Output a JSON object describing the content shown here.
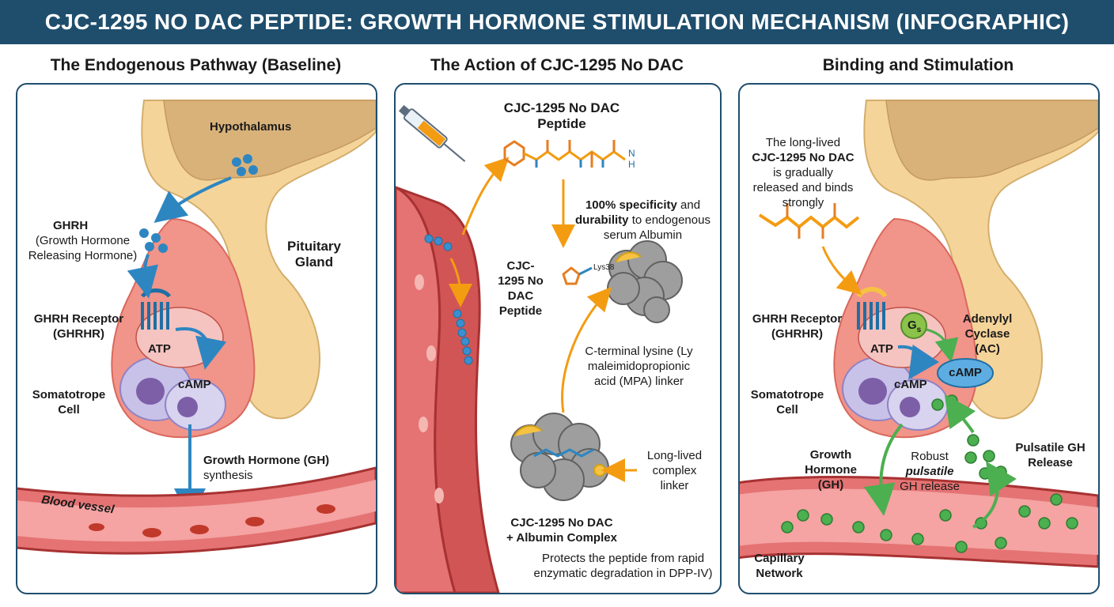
{
  "title": "CJC-1295 NO DAC PEPTIDE: GROWTH HORMONE STIMULATION MECHANISM (INFOGRAPHIC)",
  "colors": {
    "banner": "#1f4e6d",
    "border": "#1f4e6d",
    "arrow_blue": "#2e86c1",
    "arrow_orange": "#f39c12",
    "arrow_green": "#4caf50",
    "vessel": "#e57373",
    "cell": "#f1948a",
    "brain": "#f5d49a"
  },
  "panels": [
    {
      "title": "The Endogenous Pathway (Baseline)",
      "labels": {
        "hypothalamus": "Hypothalamus",
        "ghrh_line1": "GHRH",
        "ghrh_line2": "(Growth Hormone",
        "ghrh_line3": "Releasing Hormone)",
        "pituitary_line1": "Pituitary",
        "pituitary_line2": "Gland",
        "receptor_line1": "GHRH Receptor",
        "receptor_line2": "(GHRHR)",
        "atp": "ATP",
        "camp": "cAMP",
        "somatotrope_line1": "Somatotrope",
        "somatotrope_line2": "Cell",
        "gh_line1": "Growth Hormone (GH)",
        "gh_line2": "synthesis",
        "vessel": "Blood vessel"
      }
    },
    {
      "title": "The Action of CJC-1295 No DAC",
      "labels": {
        "peptide_line1": "CJC-1295 No DAC",
        "peptide_line2": "Peptide",
        "nh": "N",
        "h": "H",
        "spec_bold1": "100% specificity",
        "spec_rest1": " and",
        "spec_bold2": "durability",
        "spec_rest2": " to endogenous",
        "spec_line3": "serum Albumin",
        "cjc_line1": "CJC-",
        "cjc_line2": "1295 No",
        "cjc_line3": "DAC",
        "cjc_line4": "Peptide",
        "lys": "Lys38",
        "lysine_line1": "C-terminal lysine (Ly",
        "lysine_line2": "maleimidopropionic",
        "lysine_line3": "acid (MPA) linker",
        "longlived_line1": "Long-lived",
        "longlived_line2": "complex",
        "longlived_line3": "linker",
        "complex_line1": "CJC-1295 No DAC",
        "complex_line2": "+ Albumin Complex",
        "protects_line1": "Protects the peptide from rapid",
        "protects_line2": "enzymatic degradation in DPP-IV)"
      }
    },
    {
      "title": "Binding and Stimulation",
      "labels": {
        "released_line1": "The long-lived",
        "released_line2": "CJC-1295 No DAC",
        "released_line3": "is gradually",
        "released_line4": "released and binds",
        "released_line5": "strongly",
        "receptor_line1": "GHRH Receptor",
        "receptor_line2": "(GHRHR)",
        "gs": "G",
        "gs_sub": "s",
        "ac_line1": "Adenylyl",
        "ac_line2": "Cyclase",
        "ac_line3": "(AC)",
        "atp": "ATP",
        "camp_bubble": "cAMP",
        "camp": "cAMP",
        "somatotrope_line1": "Somatotrope",
        "somatotrope_line2": "Cell",
        "gh_line1": "Growth",
        "gh_line2": "Hormone",
        "gh_line3": "(GH)",
        "robust_line1": "Robust",
        "robust_line2": "pulsatile",
        "robust_line3": "GH release",
        "pulsatile_line1": "Pulsatile GH",
        "pulsatile_line2": "Release",
        "capillary_line1": "Capillary",
        "capillary_line2": "Network"
      }
    }
  ]
}
